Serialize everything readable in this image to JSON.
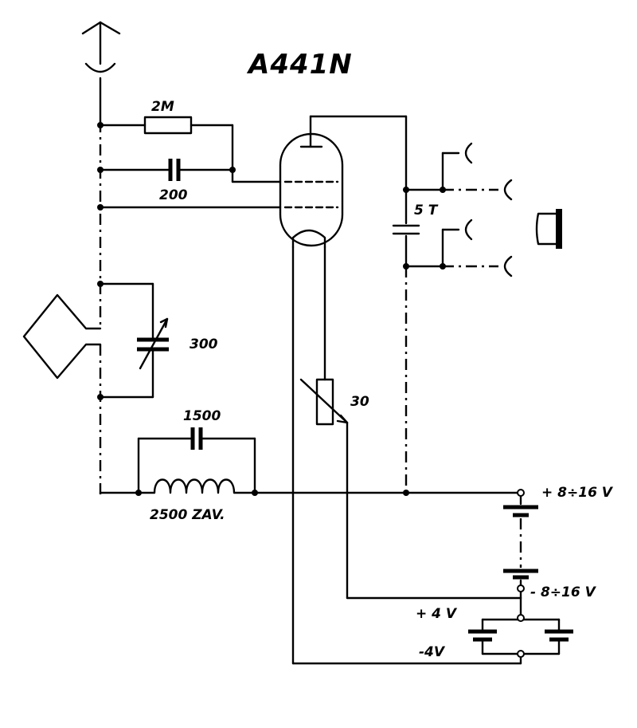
{
  "title": "A441N",
  "labels": {
    "r_grid_leak": "2M",
    "c_grid": "200",
    "c_tuning": "300",
    "c_bypass": "1500",
    "coil": "2500 ZAV.",
    "r_filament": "30",
    "c_phones": "5 T",
    "batt_pos_anode": "+ 8÷16 V",
    "batt_neg_anode": "- 8÷16 V",
    "batt_pos_4v": "+ 4 V",
    "batt_neg_4v": "-4V"
  }
}
